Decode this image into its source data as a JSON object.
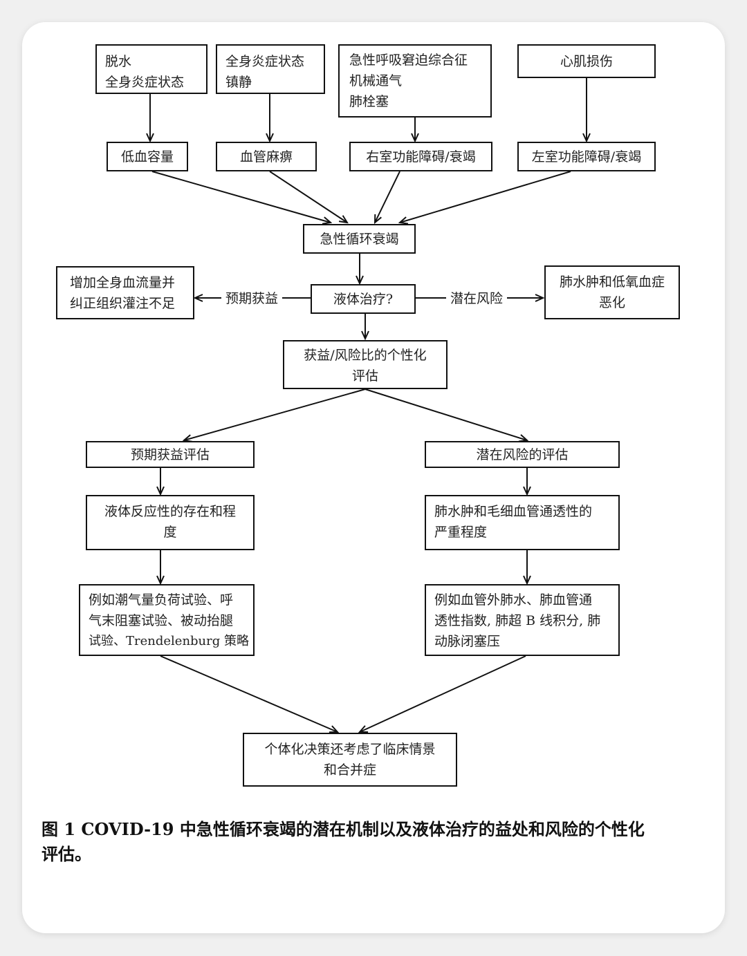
{
  "diagram": {
    "top_causes": {
      "c1": [
        "脱水",
        "全身炎症状态"
      ],
      "c2": [
        "全身炎症状态",
        "镇静"
      ],
      "c3": [
        "急性呼吸窘迫综合征",
        "机械通气",
        "肺栓塞"
      ],
      "c4": "心肌损伤"
    },
    "mechanisms": {
      "m1": "低血容量",
      "m2": "血管麻痹",
      "m3": "右室功能障碍/衰竭",
      "m4": "左室功能障碍/衰竭"
    },
    "circulatory_failure": "急性循环衰竭",
    "fluid_therapy": "液体治疗?",
    "expected_benefit_label": "预期获益",
    "potential_risk_label": "潜在风险",
    "benefit_outcome": [
      "增加全身血流量并",
      "纠正组织灌注不足"
    ],
    "risk_outcome": [
      "肺水肿和低氧血症",
      "恶化"
    ],
    "individual_assessment": [
      "获益/风险比的个性化",
      "评估"
    ],
    "left": {
      "title": "预期获益评估",
      "detail": [
        "液体反应性的存在和程",
        "度"
      ],
      "examples": [
        "例如潮气量负荷试验、呼",
        "气末阻塞试验、被动抬腿",
        "试验、Trendelenburg 策略"
      ]
    },
    "right": {
      "title": "潜在风险的评估",
      "detail": [
        "肺水肿和毛细血管通透性的",
        "严重程度"
      ],
      "examples": [
        "例如血管外肺水、肺血管通",
        "透性指数, 肺超 B 线积分, 肺",
        "动脉闭塞压"
      ]
    },
    "final": [
      "个体化决策还考虑了临床情景",
      "和合并症"
    ]
  },
  "caption": [
    "图 1 COVID-19 中急性循环衰竭的潜在机制以及液体治疗的益处和风险的个性化",
    "评估。"
  ]
}
